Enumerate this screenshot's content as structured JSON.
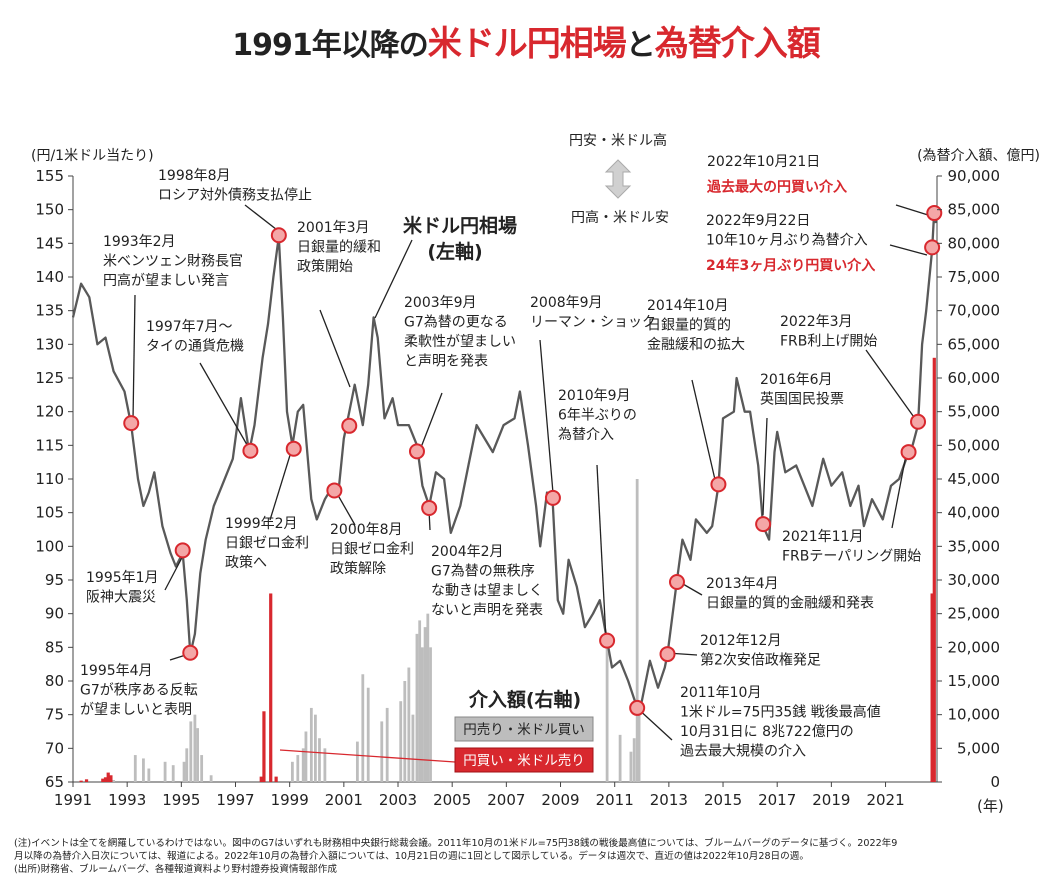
{
  "title": {
    "prefix": "1991年以降の",
    "hl1": "米ドル円相場",
    "mid": "と",
    "hl2": "為替介入額"
  },
  "colors": {
    "red": "#d8282e",
    "line": "#595959",
    "gray_bar": "#bdbdbd",
    "marker": "#f4a7a7"
  },
  "axes": {
    "left_title": "(円/1米ドル当たり)",
    "right_title": "(為替介入額、億円)",
    "x_unit": "(年)",
    "arrow_top": "円安・米ドル高",
    "arrow_bottom": "円高・米ドル安"
  },
  "series_label": {
    "line1": "米ドル円相場",
    "line2": "(左軸)"
  },
  "legend": {
    "title": "介入額(右軸)",
    "sell_yen": "円売り・米ドル買い",
    "buy_yen": "円買い・米ドル売り"
  },
  "annotations": [
    {
      "id": "a1993",
      "lines": [
        "1993年2月",
        "米ベンツェン財務長官",
        "円高が望ましい発言"
      ]
    },
    {
      "id": "a1995a",
      "lines": [
        "1995年1月",
        "阪神大震災"
      ]
    },
    {
      "id": "a1995b",
      "lines": [
        "1995年4月",
        "G7が秩序ある反転",
        "が望ましいと表明"
      ]
    },
    {
      "id": "a1997",
      "lines": [
        "1997年7月～",
        "タイの通貨危機"
      ]
    },
    {
      "id": "a1998",
      "lines": [
        "1998年8月",
        "ロシア対外債務支払停止"
      ]
    },
    {
      "id": "a1999",
      "lines": [
        "1999年2月",
        "日銀ゼロ金利",
        "政策へ"
      ]
    },
    {
      "id": "a2000",
      "lines": [
        "2000年8月",
        "日銀ゼロ金利",
        "政策解除"
      ]
    },
    {
      "id": "a2001",
      "lines": [
        "2001年3月",
        "日銀量的緩和",
        "政策開始"
      ]
    },
    {
      "id": "a2003",
      "lines": [
        "2003年9月",
        "G7為替の更なる",
        "柔軟性が望ましい",
        "と声明を発表"
      ]
    },
    {
      "id": "a2004",
      "lines": [
        "2004年2月",
        "G7為替の無秩序",
        "な動きは望ましく",
        "ないと声明を発表"
      ]
    },
    {
      "id": "a2008",
      "lines": [
        "2008年9月",
        "リーマン・ショック"
      ]
    },
    {
      "id": "a2010",
      "lines": [
        "2010年9月",
        "6年半ぶりの",
        "為替介入"
      ]
    },
    {
      "id": "a2011",
      "lines": [
        "2011年10月",
        "1米ドル=75円35銭 戦後最高値",
        "10月31日に 8兆722億円の",
        "過去最大規模の介入"
      ]
    },
    {
      "id": "a2012",
      "lines": [
        "2012年12月",
        "第2次安倍政権発足"
      ]
    },
    {
      "id": "a2013",
      "lines": [
        "2013年4月",
        "日銀量的質的金融緩和発表"
      ]
    },
    {
      "id": "a2014",
      "lines": [
        "2014年10月",
        "日銀量的質的",
        "金融緩和の拡大"
      ]
    },
    {
      "id": "a2016",
      "lines": [
        "2016年6月",
        "英国国民投票"
      ]
    },
    {
      "id": "a2021",
      "lines": [
        "2021年11月",
        "FRBテーパリング開始"
      ]
    },
    {
      "id": "a2022m",
      "lines": [
        "2022年3月",
        "FRB利上げ開始"
      ]
    },
    {
      "id": "a2022s",
      "lines": [
        "2022年9月22日",
        "10年10ヶ月ぶり為替介入"
      ],
      "red": "24年3ヶ月ぶり円買い介入"
    },
    {
      "id": "a2022o",
      "lines": [
        "2022年10月21日"
      ],
      "red": "過去最大の円買い介入"
    }
  ],
  "notes": [
    "(注)イベントは全てを網羅しているわけではない。図中のG7はいずれも財務相中央銀行総裁会議。2011年10月の1米ドル=75円38銭の戦後最高値については、ブルームバーグのデータに基づく。2022年9",
    "月以降の為替介入日次については、報道による。2022年10月の為替介入額については、10月21日の週に1回として図示している。データは週次で、直近の値は2022年10月28日の週。",
    "(出所)財務省、ブルームバーグ、各種報道資料より野村證券投資情報部作成"
  ],
  "chart_data": {
    "type": "line",
    "x_range": [
      1991,
      2022.9
    ],
    "y_left": {
      "range": [
        65,
        155
      ],
      "ticks": [
        65,
        70,
        75,
        80,
        85,
        90,
        95,
        100,
        105,
        110,
        115,
        120,
        125,
        130,
        135,
        140,
        145,
        150,
        155
      ]
    },
    "y_right": {
      "range": [
        0,
        90000
      ],
      "ticks": [
        "0",
        "5,000",
        "10,000",
        "15,000",
        "20,000",
        "25,000",
        "30,000",
        "35,000",
        "40,000",
        "45,000",
        "50,000",
        "55,000",
        "60,000",
        "65,000",
        "70,000",
        "75,000",
        "80,000",
        "85,000",
        "90,000"
      ]
    },
    "x_ticks": [
      "1991",
      "1993",
      "1995",
      "1997",
      "1999",
      "2001",
      "2003",
      "2005",
      "2007",
      "2009",
      "2011",
      "2013",
      "2015",
      "2017",
      "2019",
      "2021"
    ],
    "usdjpy": [
      [
        1991.0,
        134
      ],
      [
        1991.3,
        139
      ],
      [
        1991.6,
        137
      ],
      [
        1991.9,
        130
      ],
      [
        1992.2,
        131
      ],
      [
        1992.5,
        126
      ],
      [
        1992.9,
        123
      ],
      [
        1993.15,
        118
      ],
      [
        1993.4,
        110
      ],
      [
        1993.6,
        106
      ],
      [
        1993.8,
        108
      ],
      [
        1994.0,
        111
      ],
      [
        1994.3,
        103
      ],
      [
        1994.6,
        99
      ],
      [
        1994.8,
        97
      ],
      [
        1995.05,
        99
      ],
      [
        1995.2,
        92
      ],
      [
        1995.33,
        84
      ],
      [
        1995.5,
        87
      ],
      [
        1995.7,
        96
      ],
      [
        1995.9,
        101
      ],
      [
        1996.2,
        106
      ],
      [
        1996.5,
        109
      ],
      [
        1996.9,
        113
      ],
      [
        1997.2,
        122
      ],
      [
        1997.5,
        114
      ],
      [
        1997.7,
        118
      ],
      [
        1998.0,
        128
      ],
      [
        1998.2,
        133
      ],
      [
        1998.4,
        140
      ],
      [
        1998.6,
        146
      ],
      [
        1998.75,
        134
      ],
      [
        1998.9,
        120
      ],
      [
        1999.1,
        115
      ],
      [
        1999.3,
        120
      ],
      [
        1999.5,
        121
      ],
      [
        1999.8,
        107
      ],
      [
        2000.0,
        104
      ],
      [
        2000.3,
        107
      ],
      [
        2000.6,
        109
      ],
      [
        2000.8,
        108
      ],
      [
        2001.0,
        116
      ],
      [
        2001.2,
        120
      ],
      [
        2001.4,
        124
      ],
      [
        2001.7,
        118
      ],
      [
        2001.9,
        124
      ],
      [
        2002.1,
        134
      ],
      [
        2002.25,
        131
      ],
      [
        2002.5,
        119
      ],
      [
        2002.8,
        122
      ],
      [
        2003.0,
        118
      ],
      [
        2003.4,
        118
      ],
      [
        2003.7,
        115
      ],
      [
        2003.9,
        109
      ],
      [
        2004.15,
        106
      ],
      [
        2004.4,
        111
      ],
      [
        2004.7,
        110
      ],
      [
        2004.95,
        102
      ],
      [
        2005.3,
        106
      ],
      [
        2005.6,
        112
      ],
      [
        2005.9,
        118
      ],
      [
        2006.2,
        116
      ],
      [
        2006.5,
        114
      ],
      [
        2006.9,
        118
      ],
      [
        2007.3,
        119
      ],
      [
        2007.5,
        123
      ],
      [
        2007.8,
        115
      ],
      [
        2008.1,
        106
      ],
      [
        2008.25,
        100
      ],
      [
        2008.5,
        108
      ],
      [
        2008.72,
        106
      ],
      [
        2008.9,
        92
      ],
      [
        2009.1,
        90
      ],
      [
        2009.3,
        98
      ],
      [
        2009.6,
        94
      ],
      [
        2009.9,
        88
      ],
      [
        2010.2,
        90
      ],
      [
        2010.45,
        92
      ],
      [
        2010.72,
        86
      ],
      [
        2010.9,
        82
      ],
      [
        2011.2,
        83
      ],
      [
        2011.5,
        80
      ],
      [
        2011.83,
        76
      ],
      [
        2012.0,
        77
      ],
      [
        2012.3,
        83
      ],
      [
        2012.6,
        79
      ],
      [
        2012.85,
        82
      ],
      [
        2012.95,
        84
      ],
      [
        2013.3,
        95
      ],
      [
        2013.5,
        101
      ],
      [
        2013.8,
        98
      ],
      [
        2014.0,
        104
      ],
      [
        2014.4,
        102
      ],
      [
        2014.6,
        103
      ],
      [
        2014.83,
        109
      ],
      [
        2015.0,
        119
      ],
      [
        2015.4,
        120
      ],
      [
        2015.5,
        125
      ],
      [
        2015.8,
        120
      ],
      [
        2016.0,
        120
      ],
      [
        2016.3,
        112
      ],
      [
        2016.48,
        103
      ],
      [
        2016.7,
        101
      ],
      [
        2016.9,
        114
      ],
      [
        2017.0,
        117
      ],
      [
        2017.3,
        111
      ],
      [
        2017.7,
        112
      ],
      [
        2018.0,
        109
      ],
      [
        2018.3,
        106
      ],
      [
        2018.7,
        113
      ],
      [
        2019.0,
        109
      ],
      [
        2019.4,
        111
      ],
      [
        2019.7,
        106
      ],
      [
        2020.0,
        109
      ],
      [
        2020.2,
        103
      ],
      [
        2020.5,
        107
      ],
      [
        2020.9,
        104
      ],
      [
        2021.2,
        109
      ],
      [
        2021.5,
        110
      ],
      [
        2021.85,
        114
      ],
      [
        2022.0,
        115
      ],
      [
        2022.2,
        118
      ],
      [
        2022.35,
        130
      ],
      [
        2022.5,
        135
      ],
      [
        2022.72,
        144
      ],
      [
        2022.8,
        150
      ],
      [
        2022.85,
        148
      ]
    ],
    "intervention_sell_yen": [
      [
        1992.5,
        300
      ],
      [
        1993.3,
        4000
      ],
      [
        1993.6,
        3500
      ],
      [
        1993.8,
        2000
      ],
      [
        1994.4,
        3000
      ],
      [
        1994.7,
        2500
      ],
      [
        1995.1,
        3000
      ],
      [
        1995.2,
        5000
      ],
      [
        1995.35,
        9000
      ],
      [
        1995.5,
        10000
      ],
      [
        1995.6,
        8000
      ],
      [
        1995.75,
        4000
      ],
      [
        1996.1,
        1000
      ],
      [
        1998.3,
        4000
      ],
      [
        1999.1,
        3000
      ],
      [
        1999.3,
        4000
      ],
      [
        1999.5,
        5000
      ],
      [
        1999.6,
        7500
      ],
      [
        1999.8,
        11000
      ],
      [
        1999.95,
        10000
      ],
      [
        2000.1,
        6500
      ],
      [
        2000.3,
        5000
      ],
      [
        2001.5,
        6000
      ],
      [
        2001.7,
        16000
      ],
      [
        2001.9,
        14000
      ],
      [
        2002.4,
        9000
      ],
      [
        2002.6,
        11000
      ],
      [
        2003.1,
        12000
      ],
      [
        2003.25,
        15000
      ],
      [
        2003.4,
        17000
      ],
      [
        2003.55,
        10000
      ],
      [
        2003.7,
        22000
      ],
      [
        2003.8,
        24000
      ],
      [
        2003.9,
        20000
      ],
      [
        2004.0,
        23000
      ],
      [
        2004.1,
        25000
      ],
      [
        2004.2,
        20000
      ],
      [
        2010.72,
        21000
      ],
      [
        2011.2,
        7000
      ],
      [
        2011.6,
        4500
      ],
      [
        2011.72,
        6500
      ],
      [
        2011.83,
        45000
      ],
      [
        2011.9,
        10000
      ]
    ],
    "intervention_buy_yen": [
      [
        1991.3,
        200
      ],
      [
        1991.5,
        400
      ],
      [
        1992.1,
        500
      ],
      [
        1992.2,
        700
      ],
      [
        1992.3,
        1400
      ],
      [
        1992.4,
        1000
      ],
      [
        1997.95,
        800
      ],
      [
        1998.05,
        10500
      ],
      [
        1998.3,
        28000
      ],
      [
        1998.5,
        800
      ],
      [
        2022.72,
        28000
      ],
      [
        2022.8,
        63000
      ]
    ],
    "markers": [
      [
        1993.15,
        118.3
      ],
      [
        1995.05,
        99.4
      ],
      [
        1995.33,
        84.2
      ],
      [
        1997.55,
        114.2
      ],
      [
        1998.6,
        146.2
      ],
      [
        1999.15,
        114.5
      ],
      [
        2000.65,
        108.3
      ],
      [
        2001.2,
        117.9
      ],
      [
        2003.7,
        114.1
      ],
      [
        2004.15,
        105.7
      ],
      [
        2008.72,
        107.2
      ],
      [
        2010.72,
        86.0
      ],
      [
        2011.83,
        76.0
      ],
      [
        2012.95,
        84.0
      ],
      [
        2013.3,
        94.7
      ],
      [
        2014.83,
        109.2
      ],
      [
        2016.48,
        103.3
      ],
      [
        2021.85,
        114.0
      ],
      [
        2022.2,
        118.5
      ],
      [
        2022.72,
        144.4
      ],
      [
        2022.8,
        149.5
      ]
    ]
  }
}
